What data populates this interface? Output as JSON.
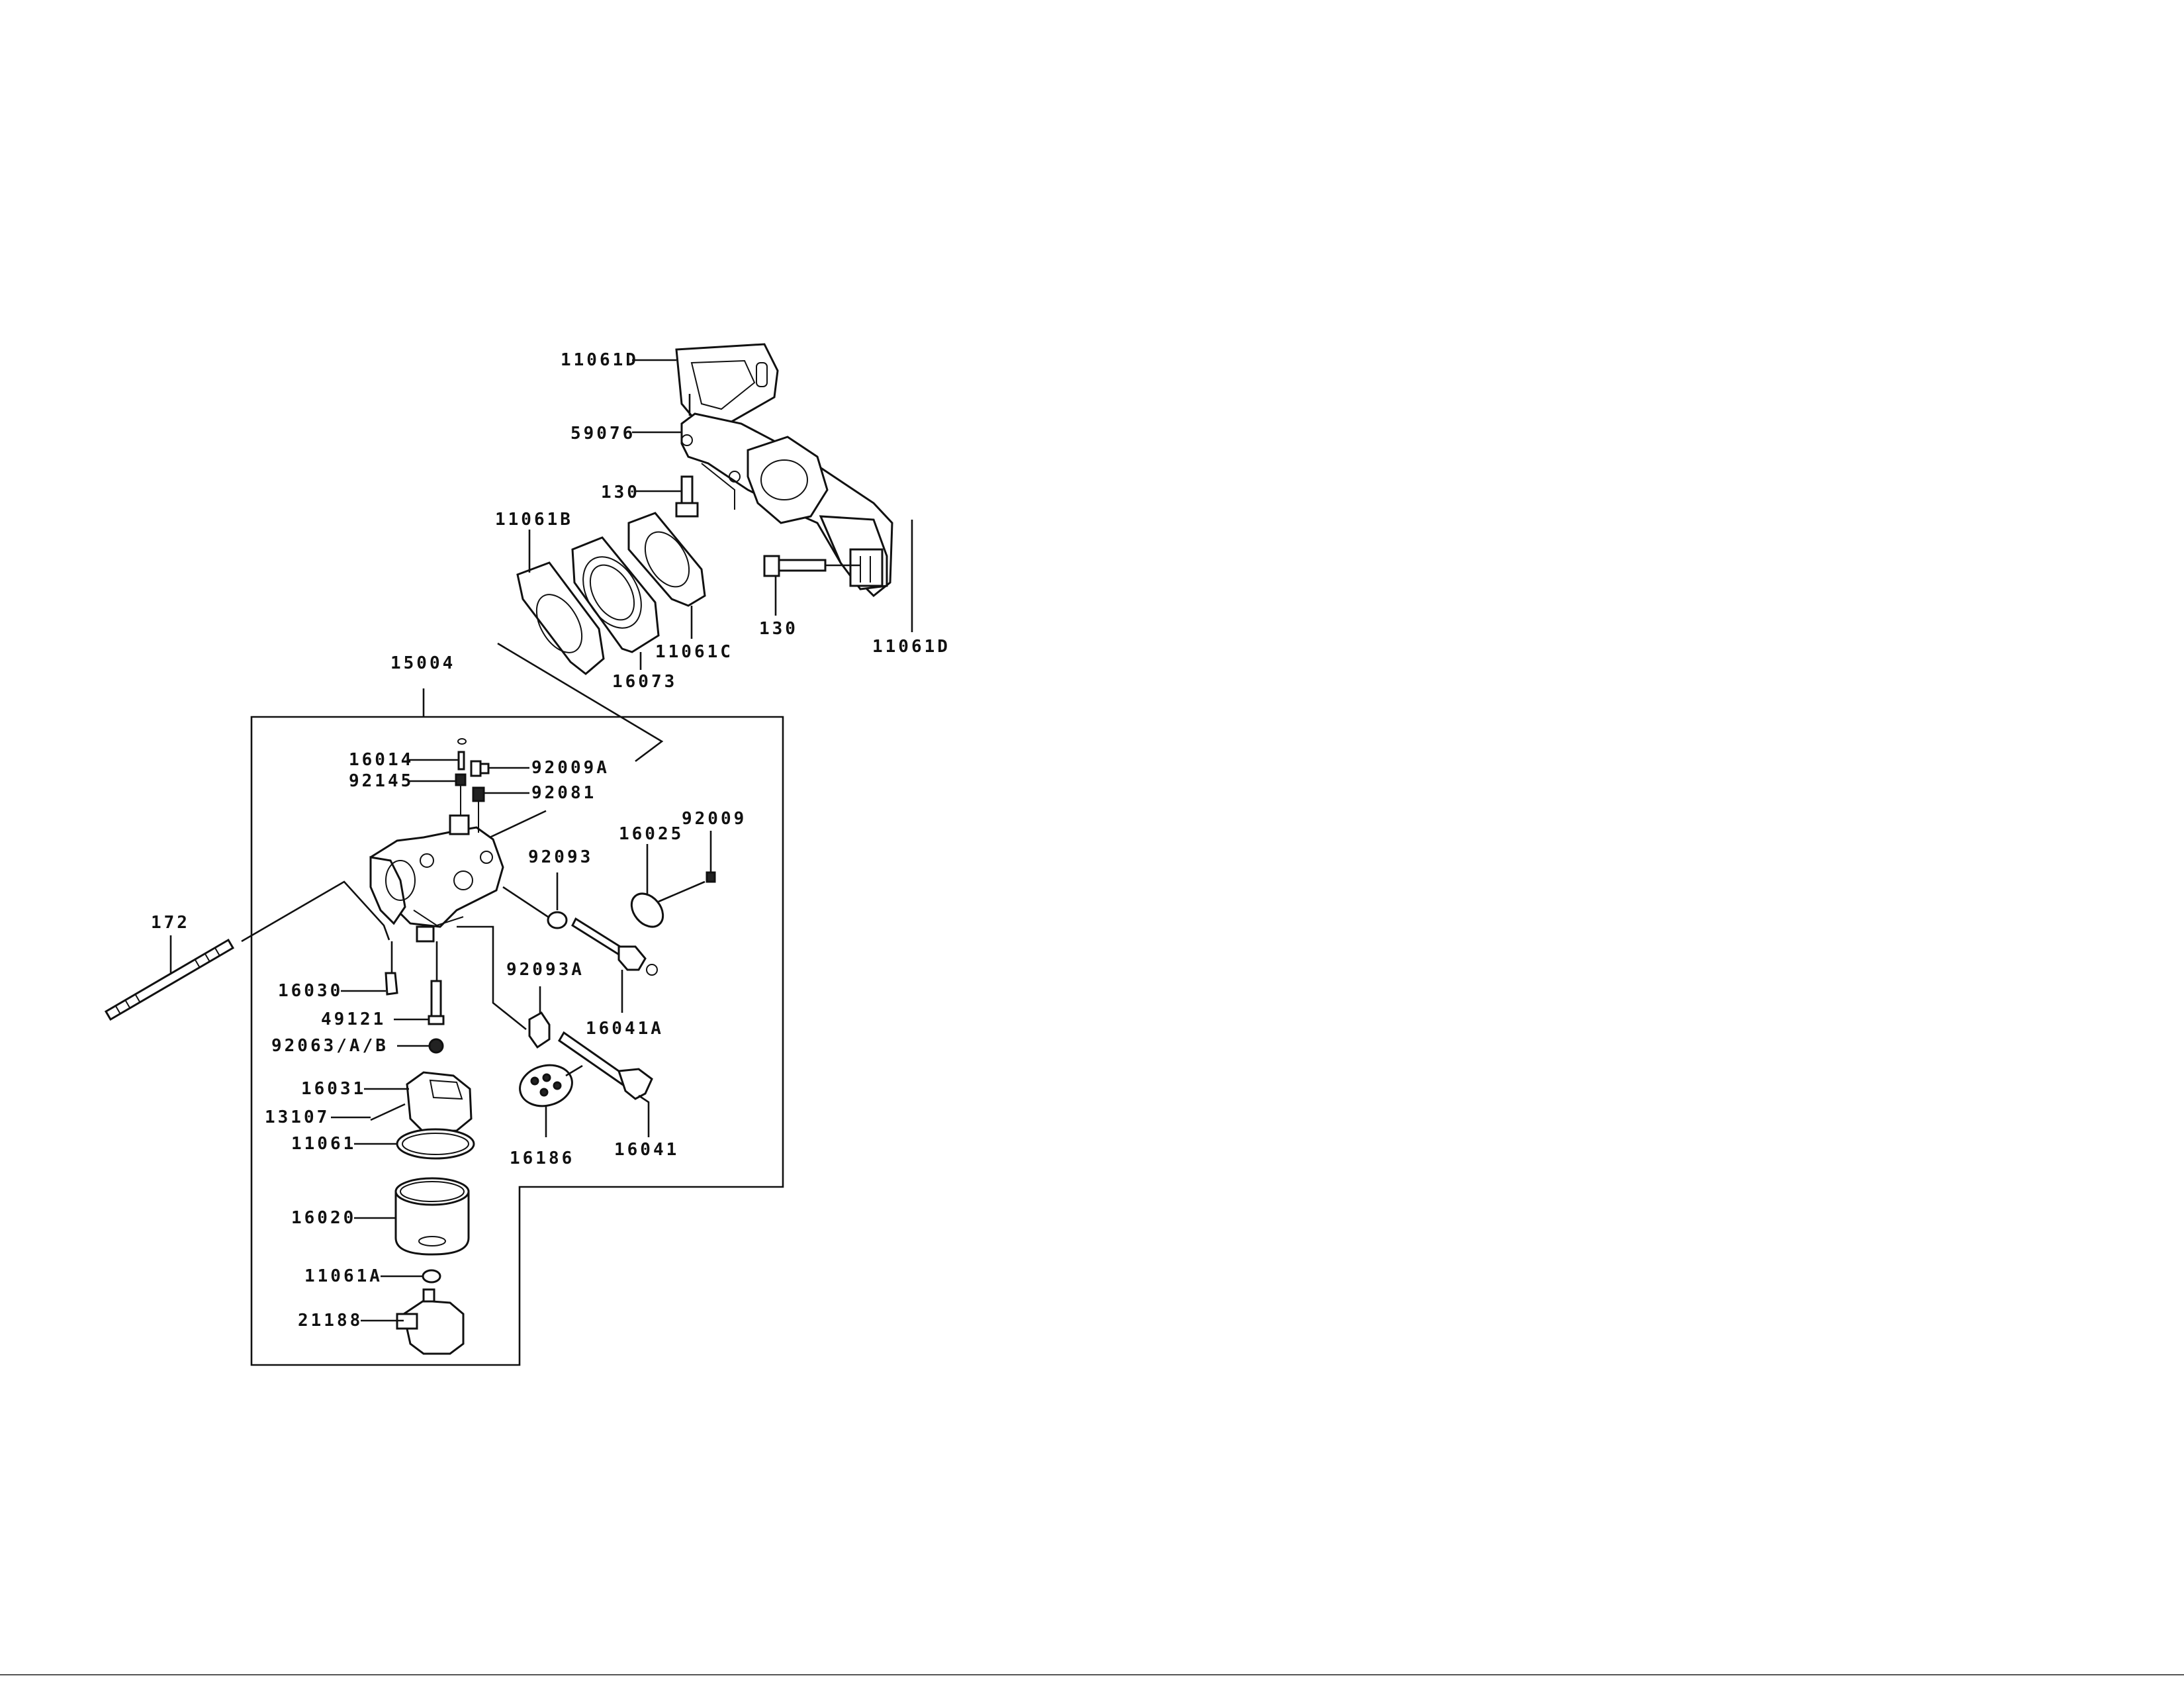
{
  "labels": {
    "p11061D_top": "11061D",
    "p59076": "59076",
    "p130_a": "130",
    "p11061B": "11061B",
    "p130_b": "130",
    "p11061D_right": "11061D",
    "p11061C": "11061C",
    "p16073": "16073",
    "p15004": "15004",
    "p16014": "16014",
    "p92009A": "92009A",
    "p92145": "92145",
    "p92081": "92081",
    "p92009": "92009",
    "p16025": "16025",
    "p92093": "92093",
    "p172": "172",
    "p16030": "16030",
    "p92093A": "92093A",
    "p49121": "49121",
    "p16041A": "16041A",
    "p92063": "92063/A/B",
    "p16031": "16031",
    "p13107": "13107",
    "p11061": "11061",
    "p16186": "16186",
    "p16041": "16041",
    "p16020": "16020",
    "p11061A": "11061A",
    "p21188": "21188"
  }
}
